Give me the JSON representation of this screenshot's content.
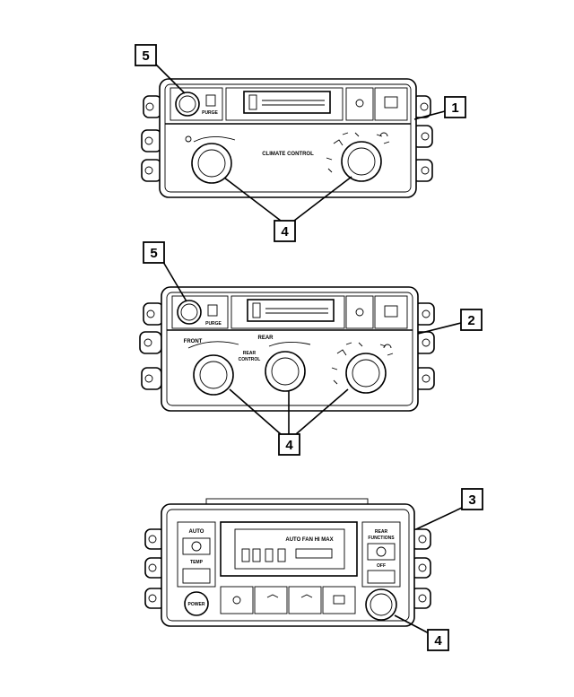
{
  "callouts": {
    "c5_top": "5",
    "c1": "1",
    "c4_top": "4",
    "c5_mid": "5",
    "c2": "2",
    "c4_mid": "4",
    "c3": "3",
    "c4_bot": "4"
  },
  "panel_a": {
    "climate_label": "CLIMATE CONTROL",
    "purge_label": "PURGE"
  },
  "panel_b": {
    "purge_label": "PURGE",
    "front_label": "FRONT",
    "rear_label": "REAR",
    "rear_control_label_1": "REAR",
    "rear_control_label_2": "CONTROL"
  },
  "panel_c": {
    "auto_label": "AUTO",
    "temp_label": "TEMP",
    "rear_functions_1": "REAR",
    "rear_functions_2": "FUNCTIONS",
    "power_label": "POWER",
    "display_text": "AUTO FAN HI MAX",
    "off_label": "OFF"
  }
}
